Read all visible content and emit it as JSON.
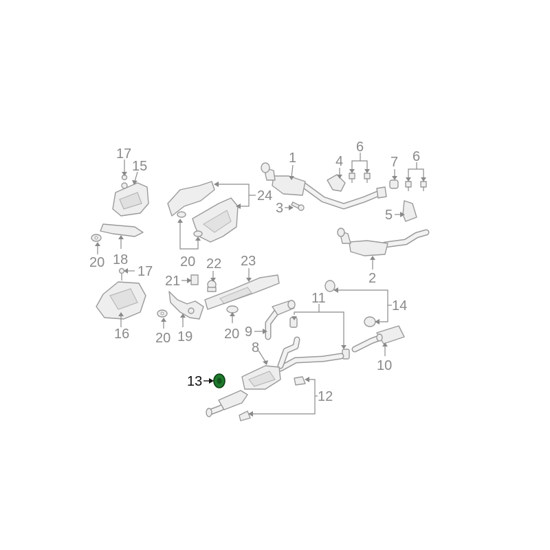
{
  "callouts": {
    "c1": "1",
    "c2": "2",
    "c3": "3",
    "c4": "4",
    "c5": "5",
    "c6a": "6",
    "c6b": "6",
    "c7": "7",
    "c8": "8",
    "c9": "9",
    "c10": "10",
    "c11": "11",
    "c12": "12",
    "c13": "13",
    "c14": "14",
    "c15": "15",
    "c16": "16",
    "c17a": "17",
    "c17b": "17",
    "c18": "18",
    "c19": "19",
    "c20a": "20",
    "c20b": "20",
    "c20c": "20",
    "c20d": "20",
    "c21": "21",
    "c22": "22",
    "c23": "23",
    "c24": "24"
  },
  "highlight": {
    "part": "13",
    "color": "#1f7a2e"
  }
}
